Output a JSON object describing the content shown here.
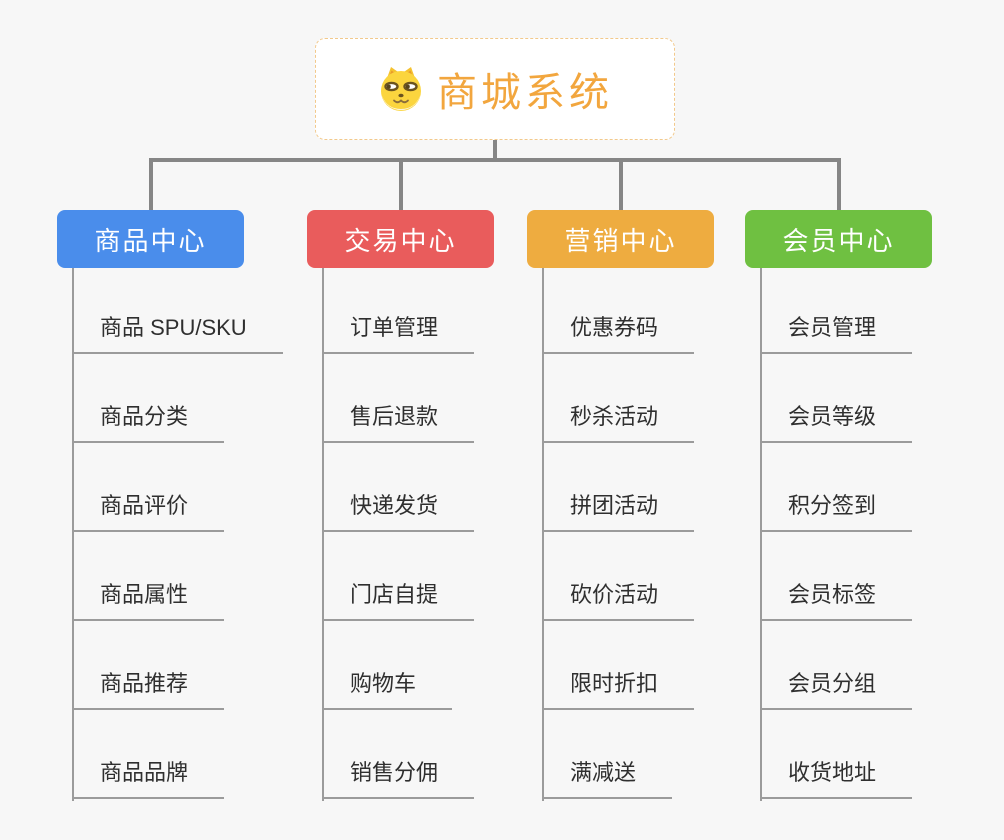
{
  "root": {
    "title": "商城系统",
    "icon": "dog-face-icon",
    "title_color": "#f2a63e",
    "border_color": "#f2c98c"
  },
  "connector_color": "#868686",
  "line_color": "#9b9b9b",
  "branches": [
    {
      "label": "商品中心",
      "color": "#4a8deb",
      "children": [
        "商品 SPU/SKU",
        "商品分类",
        "商品评价",
        "商品属性",
        "商品推荐",
        "商品品牌"
      ]
    },
    {
      "label": "交易中心",
      "color": "#e95c5c",
      "children": [
        "订单管理",
        "售后退款",
        "快递发货",
        "门店自提",
        "购物车",
        "销售分佣"
      ]
    },
    {
      "label": "营销中心",
      "color": "#eeac40",
      "children": [
        "优惠券码",
        "秒杀活动",
        "拼团活动",
        "砍价活动",
        "限时折扣",
        "满减送"
      ]
    },
    {
      "label": "会员中心",
      "color": "#6fc041",
      "children": [
        "会员管理",
        "会员等级",
        "积分签到",
        "会员标签",
        "会员分组",
        "收货地址"
      ]
    }
  ]
}
